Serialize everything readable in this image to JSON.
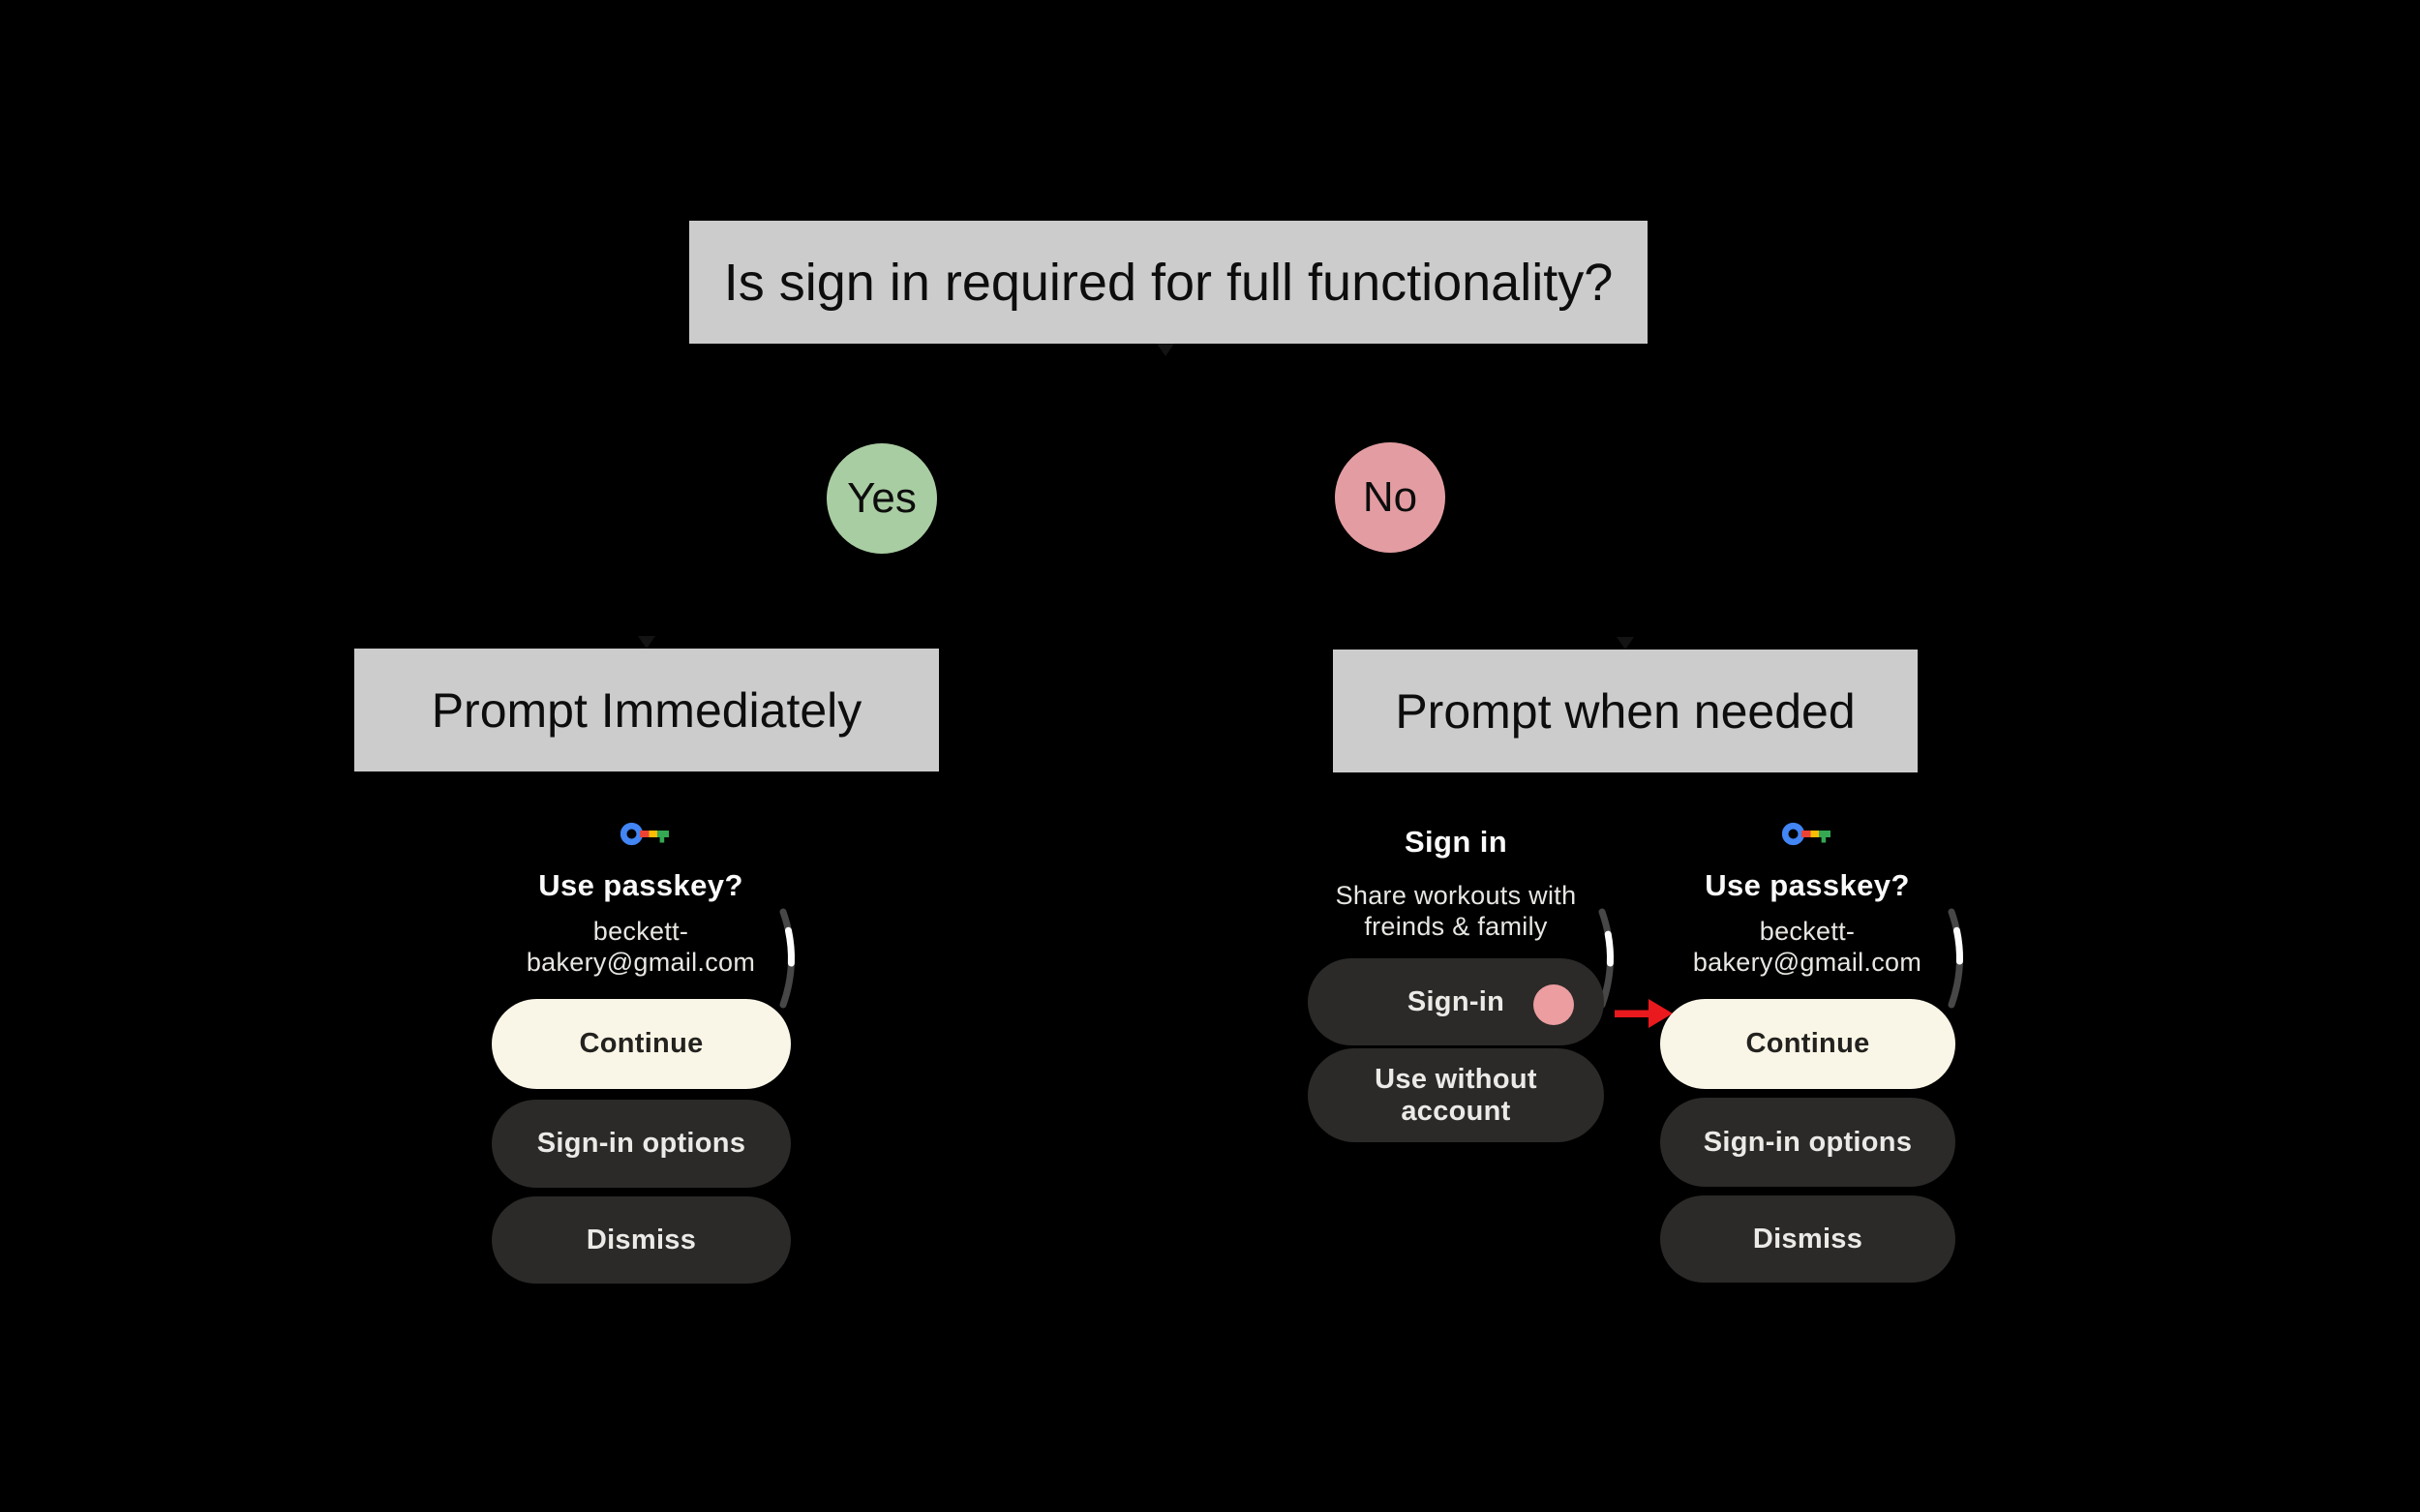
{
  "diagram": {
    "question": "Is sign in required for full functionality?",
    "yes_label": "Yes",
    "no_label": "No",
    "yes_outcome": "Prompt Immediately",
    "no_outcome": "Prompt when needed"
  },
  "passkey_watch_left": {
    "icon": "passkey-key-icon",
    "title": "Use passkey?",
    "account_line1": "beckett-",
    "account_line2": "bakery@gmail.com",
    "continue_label": "Continue",
    "signin_options_label": "Sign-in options",
    "dismiss_label": "Dismiss"
  },
  "signin_watch": {
    "title": "Sign in",
    "subtitle_line1": "Share workouts with",
    "subtitle_line2": "freinds & family",
    "signin_label": "Sign-in",
    "use_without_line1": "Use without",
    "use_without_line2": "account"
  },
  "passkey_watch_right": {
    "icon": "passkey-key-icon",
    "title": "Use passkey?",
    "account_line1": "beckett-",
    "account_line2": "bakery@gmail.com",
    "continue_label": "Continue",
    "signin_options_label": "Sign-in options",
    "dismiss_label": "Dismiss"
  },
  "colors": {
    "background": "#000000",
    "flow_box_gray": "#cccccc",
    "yes_green": "#a9cda2",
    "no_pink": "#e39da2",
    "tap_indicator_pink": "#ec9da0",
    "primary_button_cream": "#faf6e7",
    "dark_button": "#2b2a28",
    "arrow_red": "#e9191d",
    "passkey_blue": "#4285f4",
    "passkey_red": "#ea4335",
    "passkey_yellow": "#fbbc04",
    "passkey_green": "#34a853"
  }
}
